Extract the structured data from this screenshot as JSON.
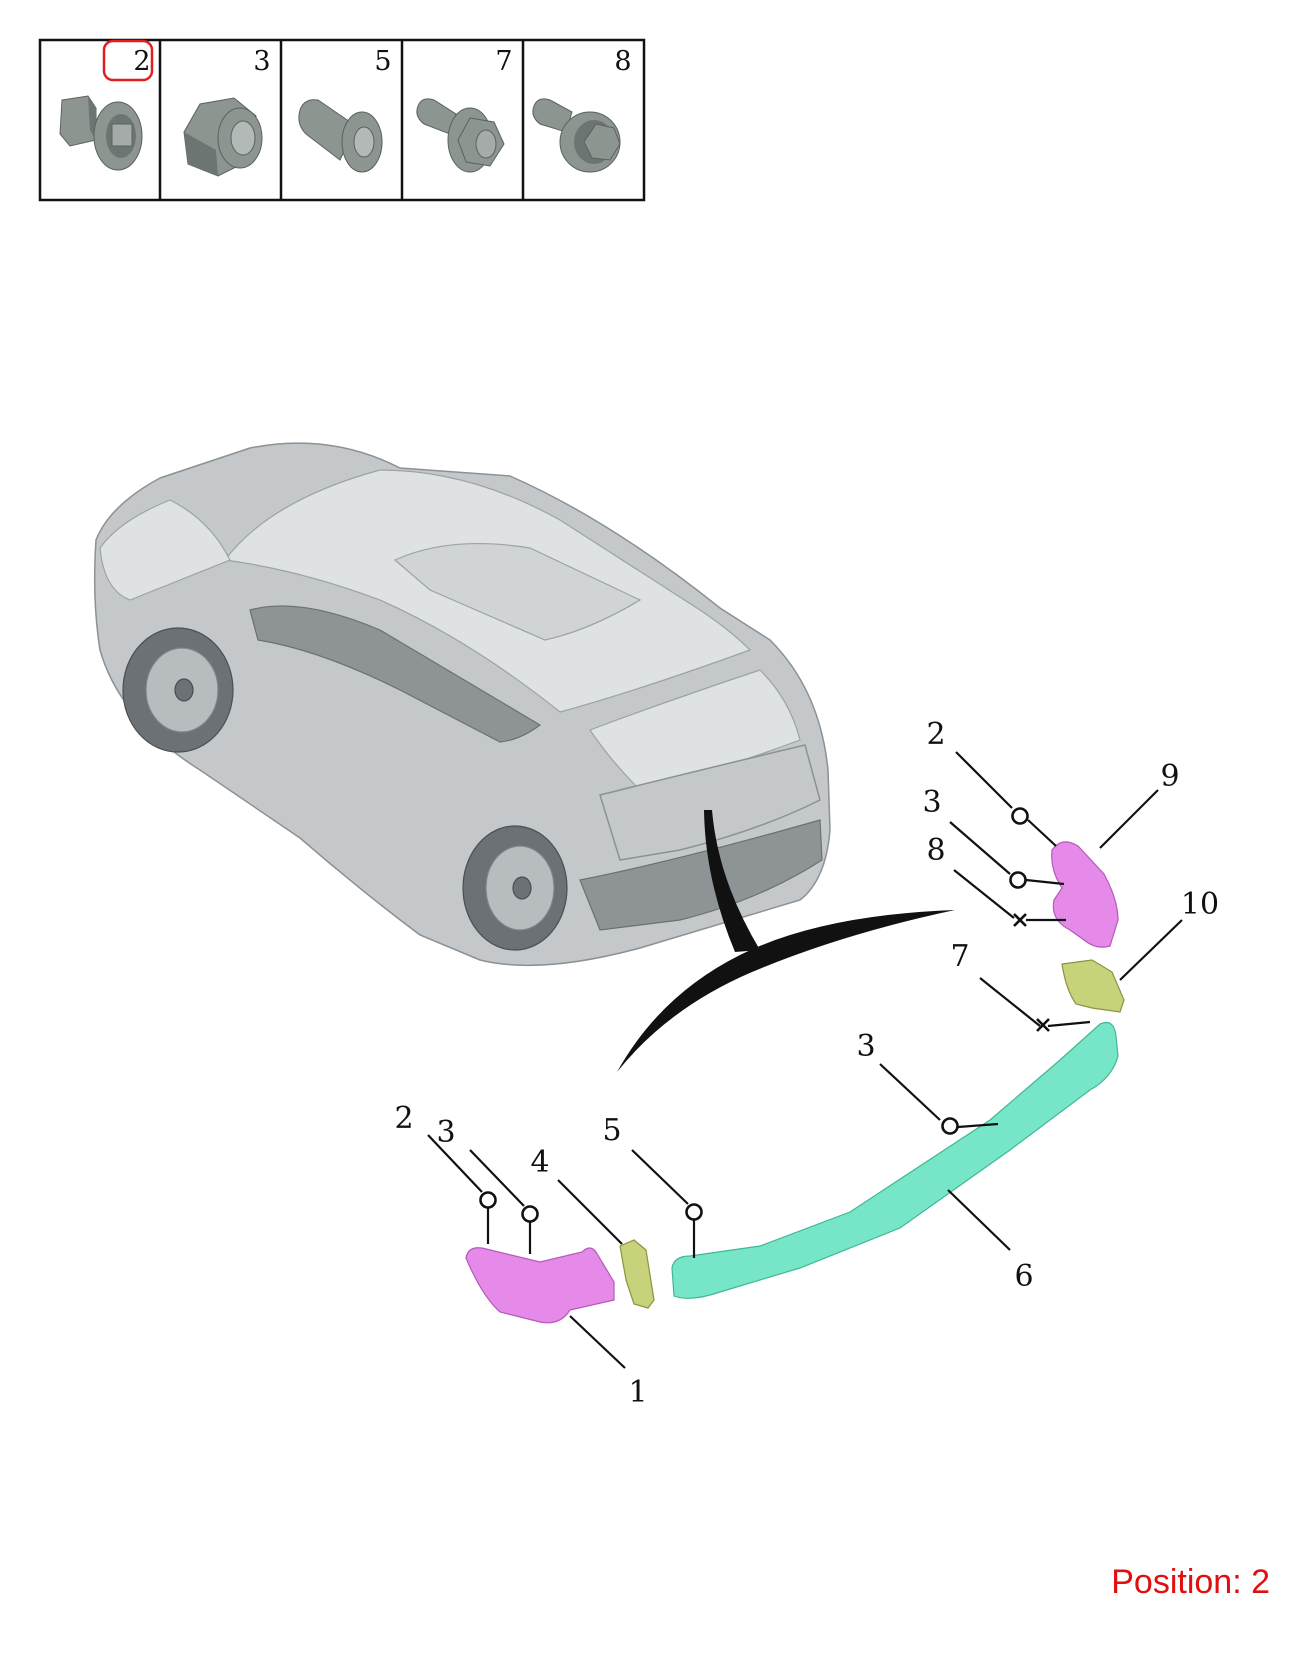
{
  "hardware_table": {
    "cells": [
      {
        "number": "2",
        "icon": "push-clip-icon",
        "highlighted": true
      },
      {
        "number": "3",
        "icon": "hex-nut-icon",
        "highlighted": false
      },
      {
        "number": "5",
        "icon": "rivet-icon",
        "highlighted": false
      },
      {
        "number": "7",
        "icon": "flange-bolt-icon",
        "highlighted": false
      },
      {
        "number": "8",
        "icon": "washer-bolt-icon",
        "highlighted": false
      }
    ],
    "highlight_color": "#e02020"
  },
  "callouts": {
    "c1": "1",
    "c2_left": "2",
    "c3_left": "3",
    "c4": "4",
    "c5": "5",
    "c6": "6",
    "c3_mid": "3",
    "c7": "7",
    "c10": "10",
    "c8": "8",
    "c3_right": "3",
    "c2_right": "2",
    "c9": "9"
  },
  "colors": {
    "bracket_magenta": "#e58ae8",
    "strip_cyan": "#77e5c8",
    "bracket_olive": "#c8d27a",
    "position_text": "#e01010"
  },
  "position": {
    "label": "Position: 2"
  }
}
